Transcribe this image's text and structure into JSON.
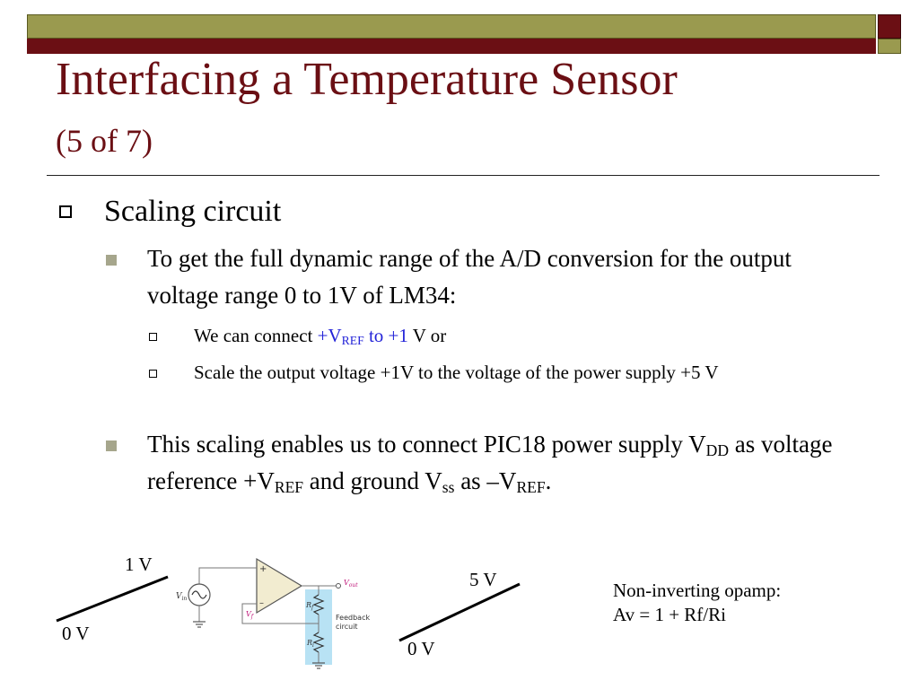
{
  "slide": {
    "title": "Interfacing a Temperature Sensor",
    "subtitle": "(5 of 7)"
  },
  "bullets": {
    "l1": "Scaling circuit",
    "l2a": "To get the full dynamic range of the A/D conversion for the output voltage range 0 to 1V of LM34:",
    "l3a": {
      "pre": "We can connect ",
      "vref": "+V",
      "ref_sub": "REF",
      "mid": " to +1",
      "post": " V or"
    },
    "l3b": "Scale the output voltage +1V to the voltage of the power supply +5 V",
    "l2b": {
      "p1": "This scaling enables us to connect PIC18 power supply V",
      "dd": "DD",
      "p2": " as voltage reference +V",
      "ref1": "REF",
      "p3": " and ground V",
      "ss": "ss",
      "p4": " as –V",
      "ref2": "REF",
      "p5": "."
    }
  },
  "figure": {
    "left_top": "1 V",
    "left_bottom": "0 V",
    "right_top": "5 V",
    "right_bottom": "0 V",
    "circuit": {
      "vin": "V",
      "vin_sub": "in",
      "vout": "V",
      "vout_sub": "out",
      "vf": "V",
      "vf_sub": "f",
      "rf": "R",
      "rf_sub": "f",
      "ri": "R",
      "ri_sub": "i",
      "plus": "+",
      "minus": "–",
      "feedback_line1": "Feedback",
      "feedback_line2": "circuit"
    },
    "note_line1": "Non-inverting opamp:",
    "note_line2": "Av = 1 + Rf/Ri"
  },
  "colors": {
    "title": "#6b0f14",
    "band_olive": "#9a9a4f",
    "band_red": "#6b0f14",
    "highlight_blue": "#2323d8",
    "feedback_highlight": "#b8e2f4",
    "signal_magenta": "#c0187a"
  }
}
